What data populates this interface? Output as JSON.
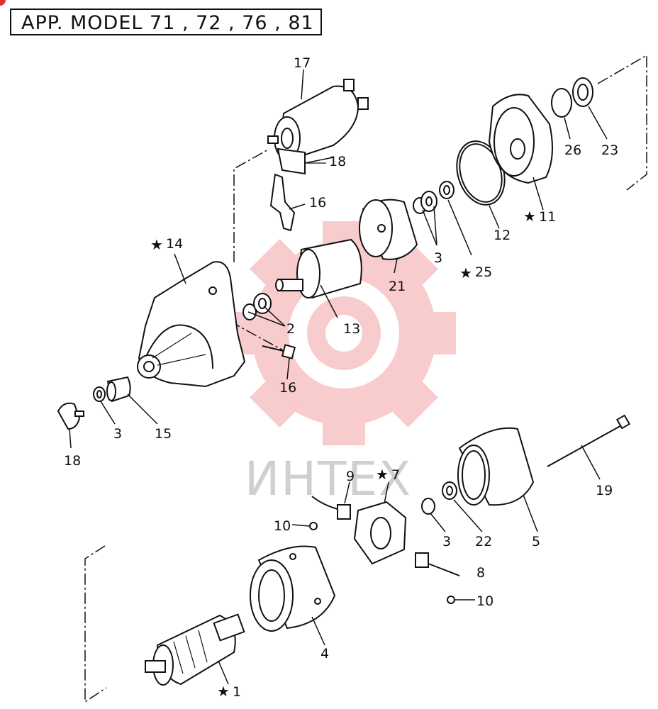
{
  "header": {
    "title": "APP. MODEL   71 , 72 , 76 , 81"
  },
  "watermark": {
    "text": "ИНТЕХ",
    "color": "#e8474f"
  },
  "parts": [
    {
      "id": "p1",
      "label": "1",
      "star": true
    },
    {
      "id": "p2",
      "label": "2",
      "star": false
    },
    {
      "id": "p3a",
      "label": "3",
      "star": false
    },
    {
      "id": "p3b",
      "label": "3",
      "star": false
    },
    {
      "id": "p3c",
      "label": "3",
      "star": false
    },
    {
      "id": "p4",
      "label": "4",
      "star": false
    },
    {
      "id": "p5",
      "label": "5",
      "star": false
    },
    {
      "id": "p7",
      "label": "7",
      "star": true
    },
    {
      "id": "p8",
      "label": "8",
      "star": false
    },
    {
      "id": "p9",
      "label": "9",
      "star": false
    },
    {
      "id": "p10a",
      "label": "10",
      "star": false
    },
    {
      "id": "p10b",
      "label": "10",
      "star": false
    },
    {
      "id": "p11",
      "label": "11",
      "star": true
    },
    {
      "id": "p12",
      "label": "12",
      "star": false
    },
    {
      "id": "p13",
      "label": "13",
      "star": false
    },
    {
      "id": "p14",
      "label": "14",
      "star": true
    },
    {
      "id": "p15",
      "label": "15",
      "star": false
    },
    {
      "id": "p16a",
      "label": "16",
      "star": false
    },
    {
      "id": "p16b",
      "label": "16",
      "star": false
    },
    {
      "id": "p17",
      "label": "17",
      "star": false
    },
    {
      "id": "p18a",
      "label": "18",
      "star": false
    },
    {
      "id": "p18b",
      "label": "18",
      "star": false
    },
    {
      "id": "p19",
      "label": "19",
      "star": false
    },
    {
      "id": "p21",
      "label": "21",
      "star": false
    },
    {
      "id": "p22",
      "label": "22",
      "star": false
    },
    {
      "id": "p23",
      "label": "23",
      "star": false
    },
    {
      "id": "p25",
      "label": "25",
      "star": true
    },
    {
      "id": "p26",
      "label": "26",
      "star": false
    }
  ]
}
